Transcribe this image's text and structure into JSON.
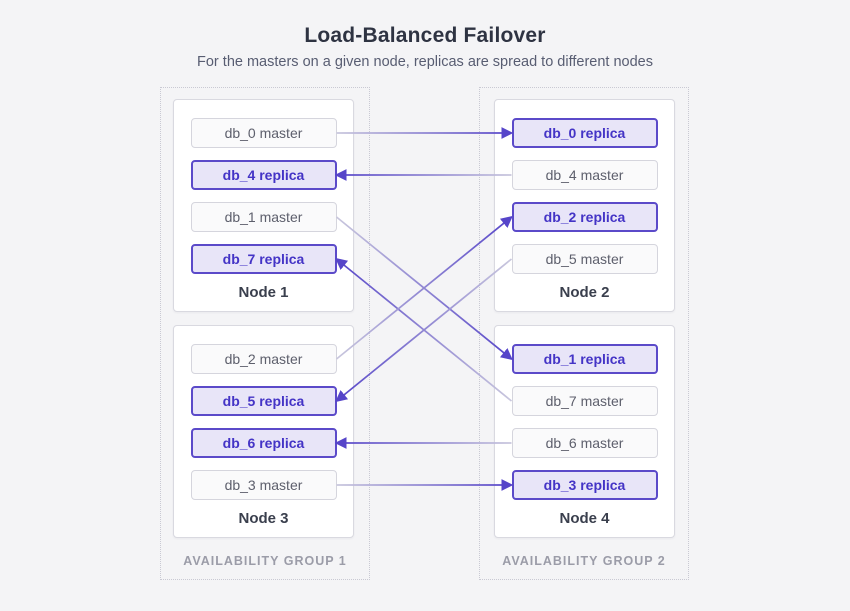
{
  "title": "Load-Balanced Failover",
  "subtitle": "For the masters on a given node, replicas are spread to different nodes",
  "colors": {
    "background": "#f4f4f6",
    "node_bg": "#ffffff",
    "node_border": "#d9d9e0",
    "master_bg": "#fafafb",
    "master_border": "#d5d5dd",
    "master_text": "#5d5f6c",
    "replica_bg": "#e8e5f8",
    "replica_border": "#5b4ac9",
    "replica_text": "#4434c6",
    "line_gray": "#c9c7dd",
    "line_purple": "#5645c9",
    "title_text": "#2e3342",
    "subtitle_text": "#585d72",
    "node_label": "#3a3f4d",
    "group_label": "#9b9ca8",
    "group_border": "#c9c9d3"
  },
  "groups": [
    {
      "label": "AVAILABILITY GROUP 1",
      "nodes": [
        {
          "label": "Node 1",
          "items": [
            {
              "id": "db_0_master",
              "label": "db_0 master",
              "type": "master"
            },
            {
              "id": "db_4_replica",
              "label": "db_4 replica",
              "type": "replica"
            },
            {
              "id": "db_1_master",
              "label": "db_1 master",
              "type": "master"
            },
            {
              "id": "db_7_replica",
              "label": "db_7 replica",
              "type": "replica"
            }
          ]
        },
        {
          "label": "Node 3",
          "items": [
            {
              "id": "db_2_master",
              "label": "db_2 master",
              "type": "master"
            },
            {
              "id": "db_5_replica",
              "label": "db_5 replica",
              "type": "replica"
            },
            {
              "id": "db_6_replica",
              "label": "db_6 replica",
              "type": "replica"
            },
            {
              "id": "db_3_master",
              "label": "db_3 master",
              "type": "master"
            }
          ]
        }
      ]
    },
    {
      "label": "AVAILABILITY GROUP 2",
      "nodes": [
        {
          "label": "Node 2",
          "items": [
            {
              "id": "db_0_replica",
              "label": "db_0 replica",
              "type": "replica"
            },
            {
              "id": "db_4_master",
              "label": "db_4 master",
              "type": "master"
            },
            {
              "id": "db_2_replica",
              "label": "db_2 replica",
              "type": "replica"
            },
            {
              "id": "db_5_master",
              "label": "db_5 master",
              "type": "master"
            }
          ]
        },
        {
          "label": "Node 4",
          "items": [
            {
              "id": "db_1_replica",
              "label": "db_1 replica",
              "type": "replica"
            },
            {
              "id": "db_7_master",
              "label": "db_7 master",
              "type": "master"
            },
            {
              "id": "db_6_master",
              "label": "db_6 master",
              "type": "master"
            },
            {
              "id": "db_3_replica",
              "label": "db_3 replica",
              "type": "replica"
            }
          ]
        }
      ]
    }
  ],
  "connections": [
    {
      "db": "db_0",
      "from": "db_0_master",
      "to": "db_0_replica"
    },
    {
      "db": "db_4",
      "from": "db_4_master",
      "to": "db_4_replica"
    },
    {
      "db": "db_1",
      "from": "db_1_master",
      "to": "db_1_replica"
    },
    {
      "db": "db_7",
      "from": "db_7_master",
      "to": "db_7_replica"
    },
    {
      "db": "db_2",
      "from": "db_2_master",
      "to": "db_2_replica"
    },
    {
      "db": "db_5",
      "from": "db_5_master",
      "to": "db_5_replica"
    },
    {
      "db": "db_6",
      "from": "db_6_master",
      "to": "db_6_replica"
    },
    {
      "db": "db_3",
      "from": "db_3_master",
      "to": "db_3_replica"
    }
  ]
}
